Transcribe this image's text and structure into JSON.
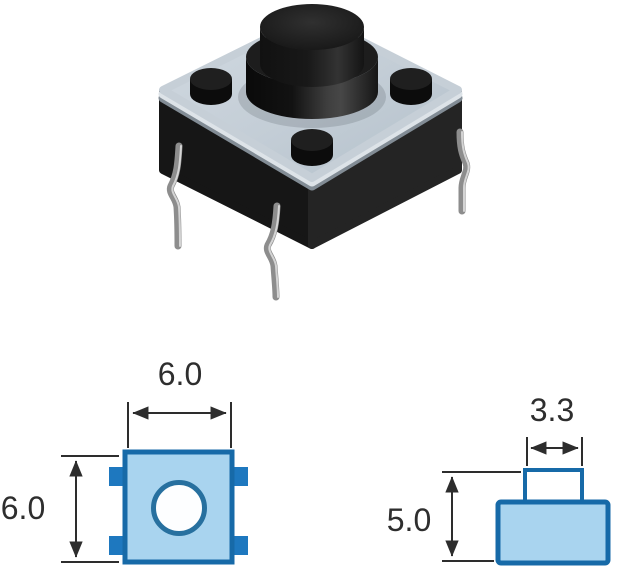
{
  "top_view": {
    "width_label": "6.0",
    "height_label": "6.0"
  },
  "side_view": {
    "button_width_label": "3.3",
    "height_label": "5.0"
  },
  "colors": {
    "background": "#ffffff",
    "drawing_fill": "#a9d4ef",
    "drawing_outline": "#176aa8",
    "drawing_tab": "#1e78bf",
    "circle_ring": "#27709f",
    "dimension_line": "#2d2d2d",
    "plate_gray_blue": "#c3ccd6",
    "switch_body_black": "#1a1a1a",
    "lead_wire_gray": "#9a9a9a"
  }
}
